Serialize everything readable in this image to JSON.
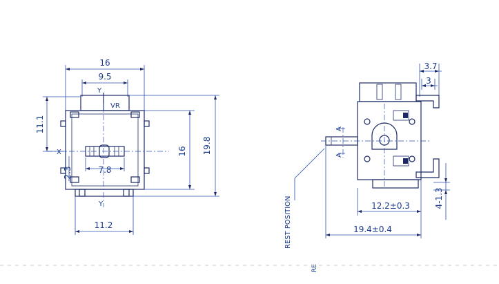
{
  "front_view": {
    "dim_top_width": "16",
    "dim_inner_width": "9.5",
    "label_y_top": "Y",
    "label_vr": "VR",
    "dim_left_height": "11.1",
    "label_x": "X",
    "dim_slot": "7.8",
    "dim_small": "2.3",
    "dim_right_inner": "16",
    "dim_right_outer": "19.8",
    "label_y_bottom": "Y",
    "dim_bottom_width": "11.2"
  },
  "side_view": {
    "dim_top_outer": "3.7",
    "dim_top_inner": "3",
    "label_a_top": "A",
    "label_a_bottom": "A",
    "label_rest_position": "REST POSITION",
    "dim_body": "12.2±0.3",
    "dim_total": "19.4±0.4",
    "dim_pin": "4-1.3",
    "footer_mark": "RE"
  }
}
